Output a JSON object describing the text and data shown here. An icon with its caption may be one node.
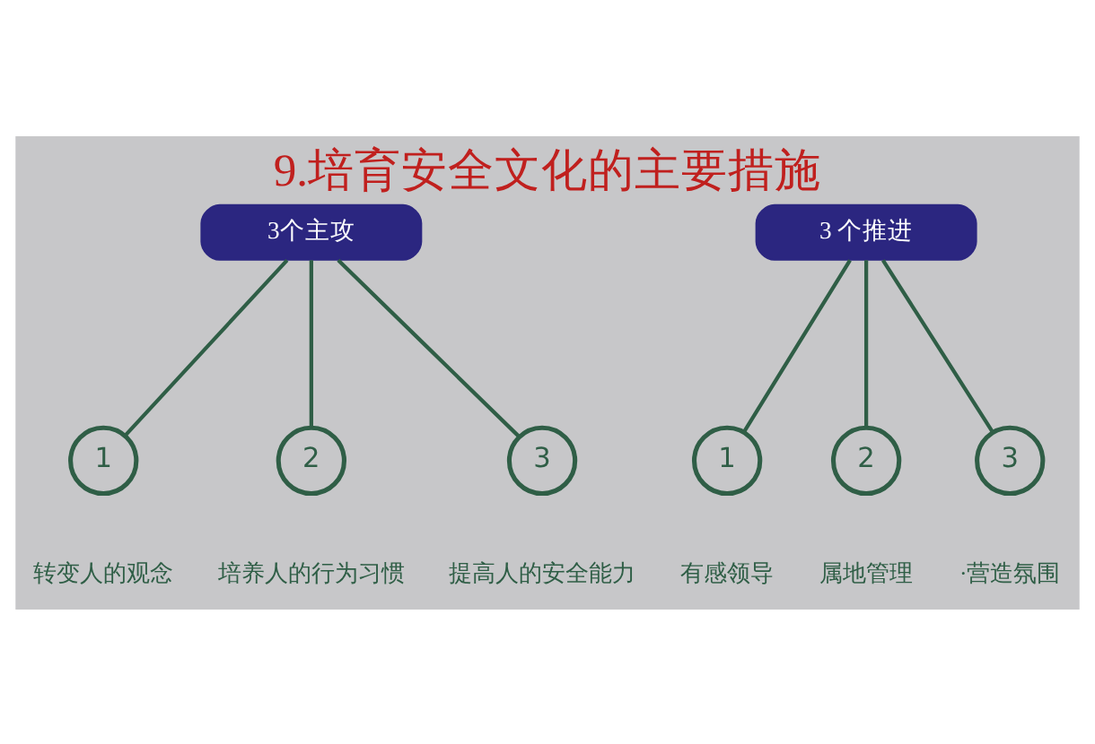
{
  "diagram": {
    "title": "9.培育安全文化的主要措施",
    "nodes": [
      {
        "text": [
          "3个主攻"
        ]
      },
      {
        "text": [
          "1"
        ],
        "beside": [
          "转变人的观念"
        ]
      },
      {
        "text": [
          "2"
        ],
        "beside": [
          "培养人的行为习惯"
        ]
      },
      {
        "text": [
          "3"
        ],
        "beside": [
          "提高人的安全能力"
        ]
      },
      {
        "text": [
          "3 个推进"
        ]
      },
      {
        "text": [
          "1"
        ],
        "beside": [
          "有感领导"
        ]
      },
      {
        "text": [
          "2"
        ],
        "beside": [
          "属地管理"
        ]
      },
      {
        "text": [
          "3"
        ],
        "beside": [
          "·营造氛围"
        ]
      }
    ],
    "edges": [
      {
        "from": 0,
        "to": 1,
        "arrow": "none"
      },
      {
        "from": 0,
        "to": 2,
        "arrow": "none"
      },
      {
        "from": 0,
        "to": 3,
        "arrow": "none"
      },
      {
        "from": 4,
        "to": 5,
        "arrow": "none"
      },
      {
        "from": 4,
        "to": 6,
        "arrow": "none"
      },
      {
        "from": 4,
        "to": 7,
        "arrow": "none"
      }
    ]
  }
}
